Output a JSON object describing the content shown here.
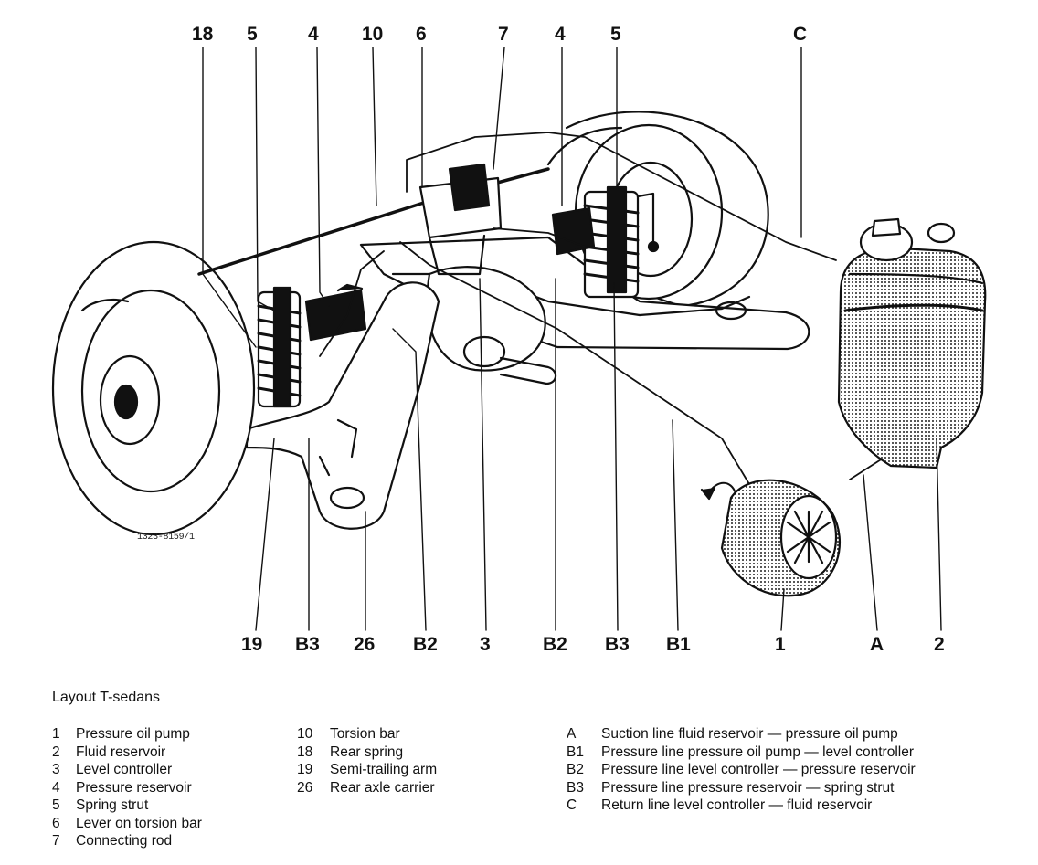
{
  "callouts_top": [
    "18",
    "5",
    "4",
    "10",
    "6",
    "7",
    "4",
    "5",
    "C"
  ],
  "callouts_bottom": [
    "19",
    "B3",
    "26",
    "B2",
    "3",
    "B2",
    "B3",
    "B1",
    "1",
    "A",
    "2"
  ],
  "part_number": "1323-8159/1",
  "caption": "Layout T-sedans",
  "legend_columns": [
    [
      {
        "key": "1",
        "text": "Pressure oil pump"
      },
      {
        "key": "2",
        "text": "Fluid reservoir"
      },
      {
        "key": "3",
        "text": "Level controller"
      },
      {
        "key": "4",
        "text": "Pressure reservoir"
      },
      {
        "key": "5",
        "text": "Spring strut"
      },
      {
        "key": "6",
        "text": "Lever on torsion bar"
      },
      {
        "key": "7",
        "text": "Connecting rod"
      }
    ],
    [
      {
        "key": "10",
        "text": "Torsion bar"
      },
      {
        "key": "18",
        "text": "Rear spring"
      },
      {
        "key": "19",
        "text": "Semi-trailing arm"
      },
      {
        "key": "26",
        "text": "Rear axle carrier"
      }
    ],
    [
      {
        "key": "A",
        "text": "Suction line fluid reservoir — pressure oil pump"
      },
      {
        "key": "B1",
        "text": "Pressure line pressure oil pump — level controller"
      },
      {
        "key": "B2",
        "text": "Pressure line level controller — pressure reservoir"
      },
      {
        "key": "B3",
        "text": "Pressure line pressure reservoir — spring strut"
      },
      {
        "key": "C",
        "text": "Return line level controller — fluid reservoir"
      }
    ]
  ]
}
